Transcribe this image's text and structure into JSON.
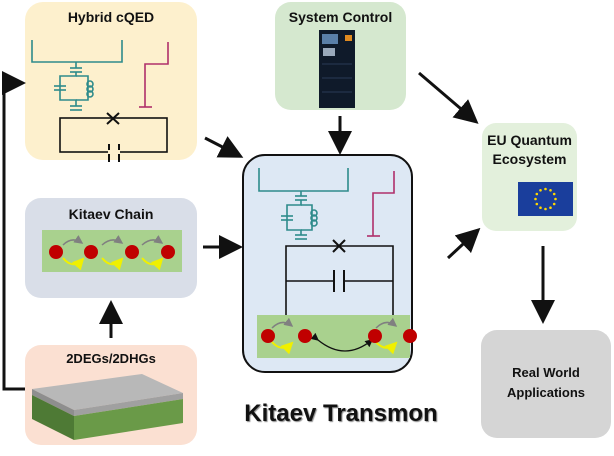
{
  "diagram": {
    "main_title": "Kitaev Transmon",
    "nodes": {
      "hybrid_cqed": {
        "label": "Hybrid cQED",
        "color": "#fdf0cd"
      },
      "system_control": {
        "label": "System Control",
        "color": "#d5e8cf"
      },
      "eu_quantum": {
        "label_line1": "EU Quantum",
        "label_line2": "Ecosystem",
        "color": "#e3f0dc"
      },
      "kitaev_chain": {
        "label": "Kitaev Chain",
        "color": "#d9dee8"
      },
      "two_deg": {
        "label": "2DEGs/2DHGs",
        "color": "#fbe0d2"
      },
      "real_world": {
        "label_line1": "Real World",
        "label_line2": "Applications",
        "color": "#d5d5d5"
      },
      "kitaev_transmon": {
        "color": "#dde8f4"
      }
    },
    "edges": [
      {
        "from": "2DEGs/2DHGs",
        "to": "Hybrid cQED"
      },
      {
        "from": "2DEGs/2DHGs",
        "to": "Kitaev Chain"
      },
      {
        "from": "Hybrid cQED",
        "to": "Kitaev Transmon"
      },
      {
        "from": "Kitaev Chain",
        "to": "Kitaev Transmon"
      },
      {
        "from": "System Control",
        "to": "Kitaev Transmon"
      },
      {
        "from": "System Control",
        "to": "EU Quantum Ecosystem"
      },
      {
        "from": "Kitaev Transmon",
        "to": "EU Quantum Ecosystem"
      },
      {
        "from": "EU Quantum Ecosystem",
        "to": "Real World Applications"
      }
    ],
    "colors": {
      "resonator": "#2e8b8b",
      "flux_line": "#b0306b",
      "circuit": "#111111",
      "majorana_site": "#c00000",
      "chain_bg": "#a9d18e",
      "hop_arrow": "#808080",
      "pair_arrow": "#f0f000"
    }
  }
}
